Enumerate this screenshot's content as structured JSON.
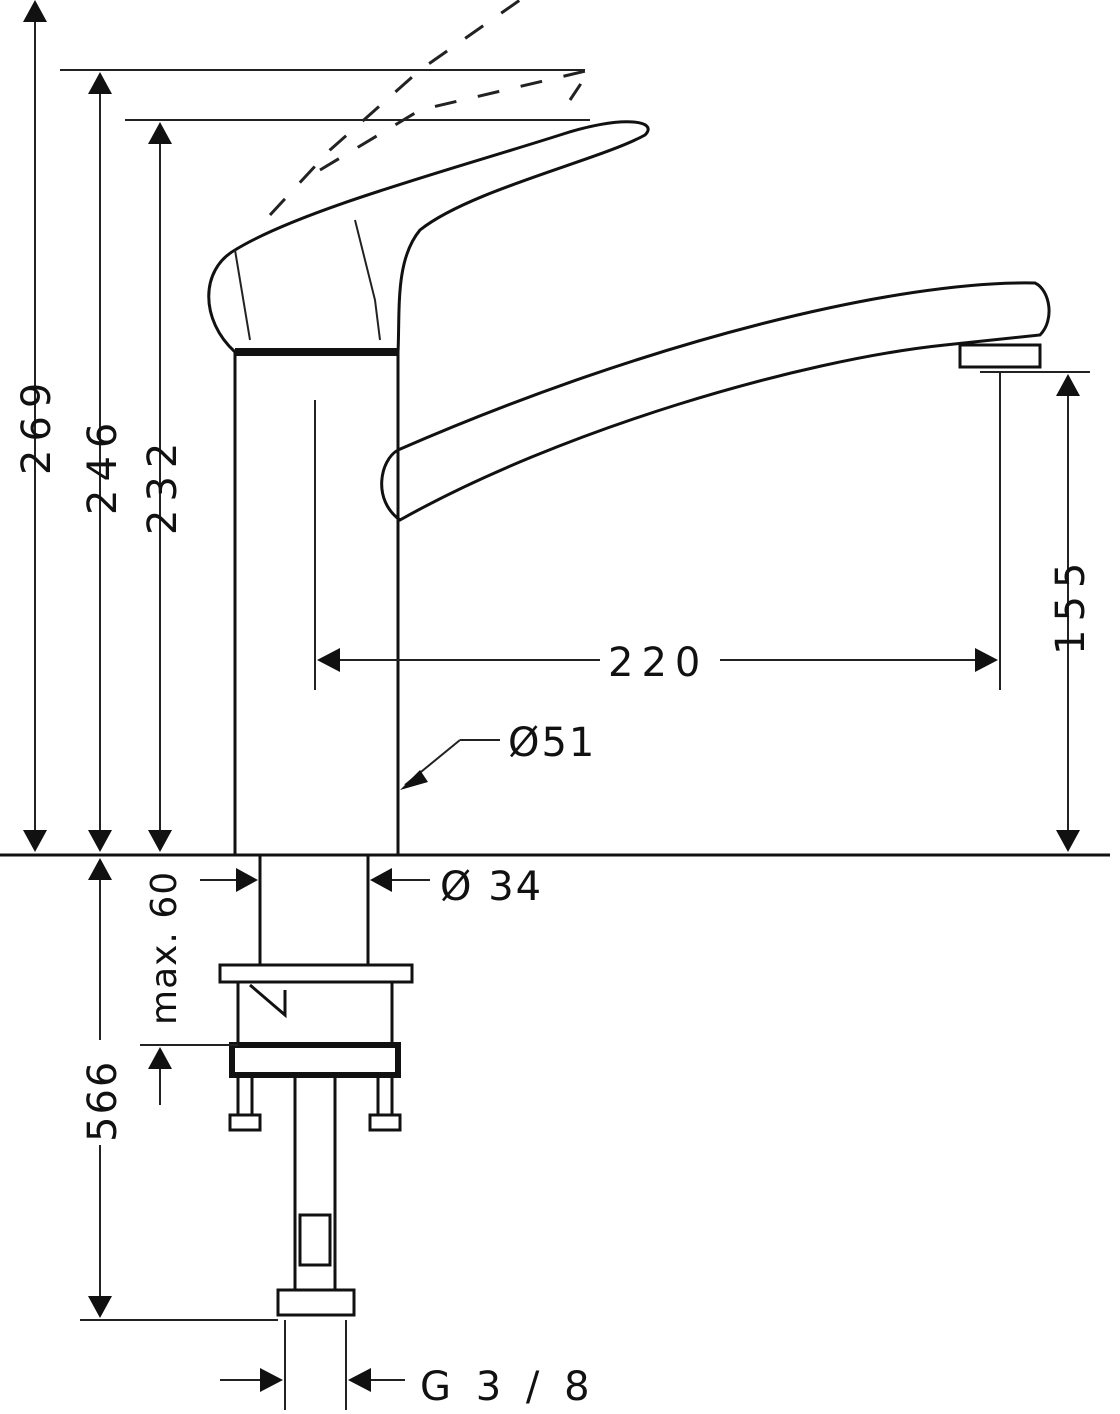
{
  "title": "Kitchen mixer dimension drawing",
  "dimensions": {
    "total_height": "269",
    "lever_height": "246",
    "body_height": "232",
    "spout_height": "155",
    "spout_reach": "220",
    "body_diameter": "Ø51",
    "shank_diameter": "Ø 34",
    "max_thickness": "max. 60",
    "hose_length": "566",
    "connection": "G 3 / 8"
  },
  "colors": {
    "line": "#111111",
    "background": "#ffffff"
  }
}
